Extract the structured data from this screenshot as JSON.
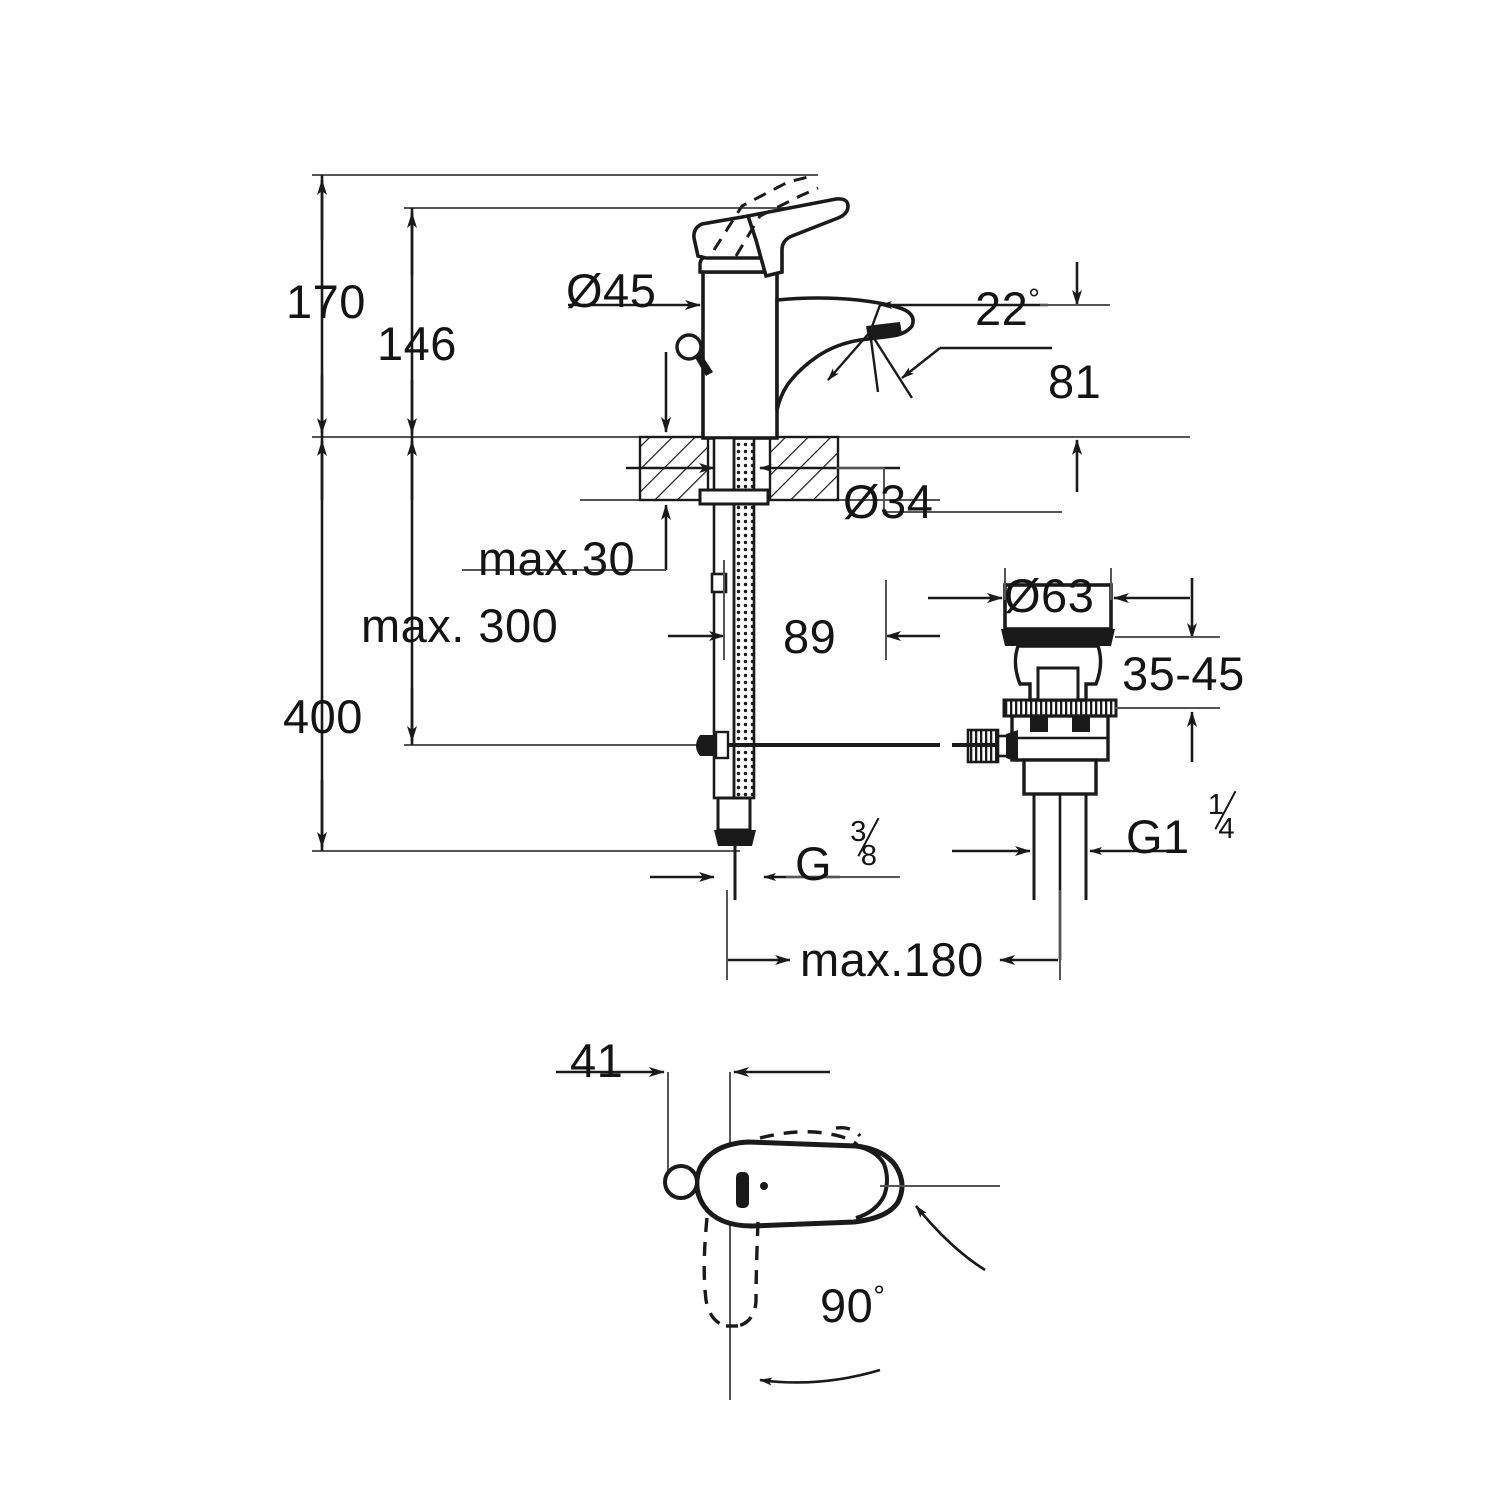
{
  "document": {
    "type": "technical-dimension-drawing",
    "subject": "single-lever basin mixer tap with pop-up waste set",
    "units": "mm",
    "line_color": "#1a1a1a",
    "background_color": "#ffffff"
  },
  "views": {
    "elevation": {
      "name": "front elevation / section view"
    },
    "plan": {
      "name": "top view of lever handle"
    }
  },
  "dimensions": {
    "overall_height": "170",
    "height_to_lever_top": "146",
    "mounting_thickness": "max.30",
    "max_supply_hose_length": "max. 300",
    "total_supply_length": "400",
    "spout_projection": "89",
    "max_waste_distance": "max.180",
    "body_diameter": "Ø45",
    "mounting_hole_diameter": "Ø34",
    "waste_flange_diameter": "Ø63",
    "spout_height": "81",
    "lever_tilt_angle": "22",
    "waste_basin_thickness": "35-45",
    "supply_thread": "G",
    "supply_thread_num": "3",
    "supply_thread_den": "8",
    "waste_thread": "G1",
    "waste_thread_num": "1",
    "waste_thread_den": "4",
    "handle_offset": "41",
    "handle_swivel_angle": "90"
  },
  "symbols": {
    "degree": "°",
    "diameter": "Ø"
  }
}
